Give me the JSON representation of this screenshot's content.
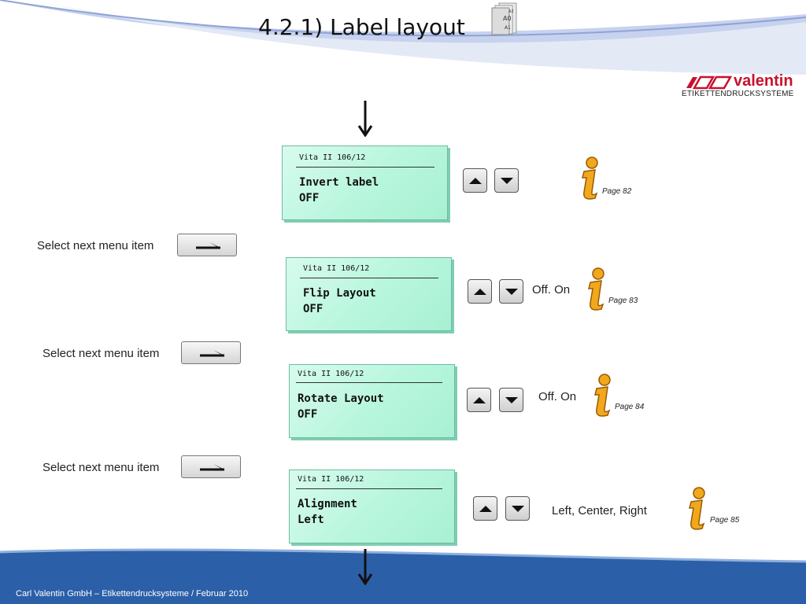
{
  "header": {
    "title": "4.2.1) Label layout"
  },
  "logo": {
    "brand": "valentin",
    "tagline": "ETIKETTENDRUCKSYSTEME"
  },
  "doc_icon": {
    "name": "document-stack-icon",
    "labels": [
      "A2",
      "A0",
      "A1"
    ]
  },
  "colors": {
    "accent_blue": "#2b5fa8",
    "lcd_green": "#b7f6dd",
    "info_orange": "#f2a81d"
  },
  "menu": [
    {
      "device": "Vita II 106/12",
      "line1": "Invert label",
      "line2": "OFF",
      "options": "",
      "page": "Page 82"
    },
    {
      "device": "Vita II 106/12",
      "line1": "Flip Layout",
      "line2": "OFF",
      "options": "Off. On",
      "page": "Page 83"
    },
    {
      "device": "Vita II 106/12",
      "line1": "Rotate Layout",
      "line2": "OFF",
      "options": "Off. On",
      "page": "Page 84"
    },
    {
      "device": "Vita II 106/12",
      "line1": "Alignment",
      "line2": "Left",
      "options": "Left, Center, Right",
      "page": "Page 85"
    }
  ],
  "next_item": {
    "label": "Select next menu item"
  },
  "footer": {
    "text": "Carl Valentin GmbH – Etikettendrucksysteme / Februar 2010"
  }
}
